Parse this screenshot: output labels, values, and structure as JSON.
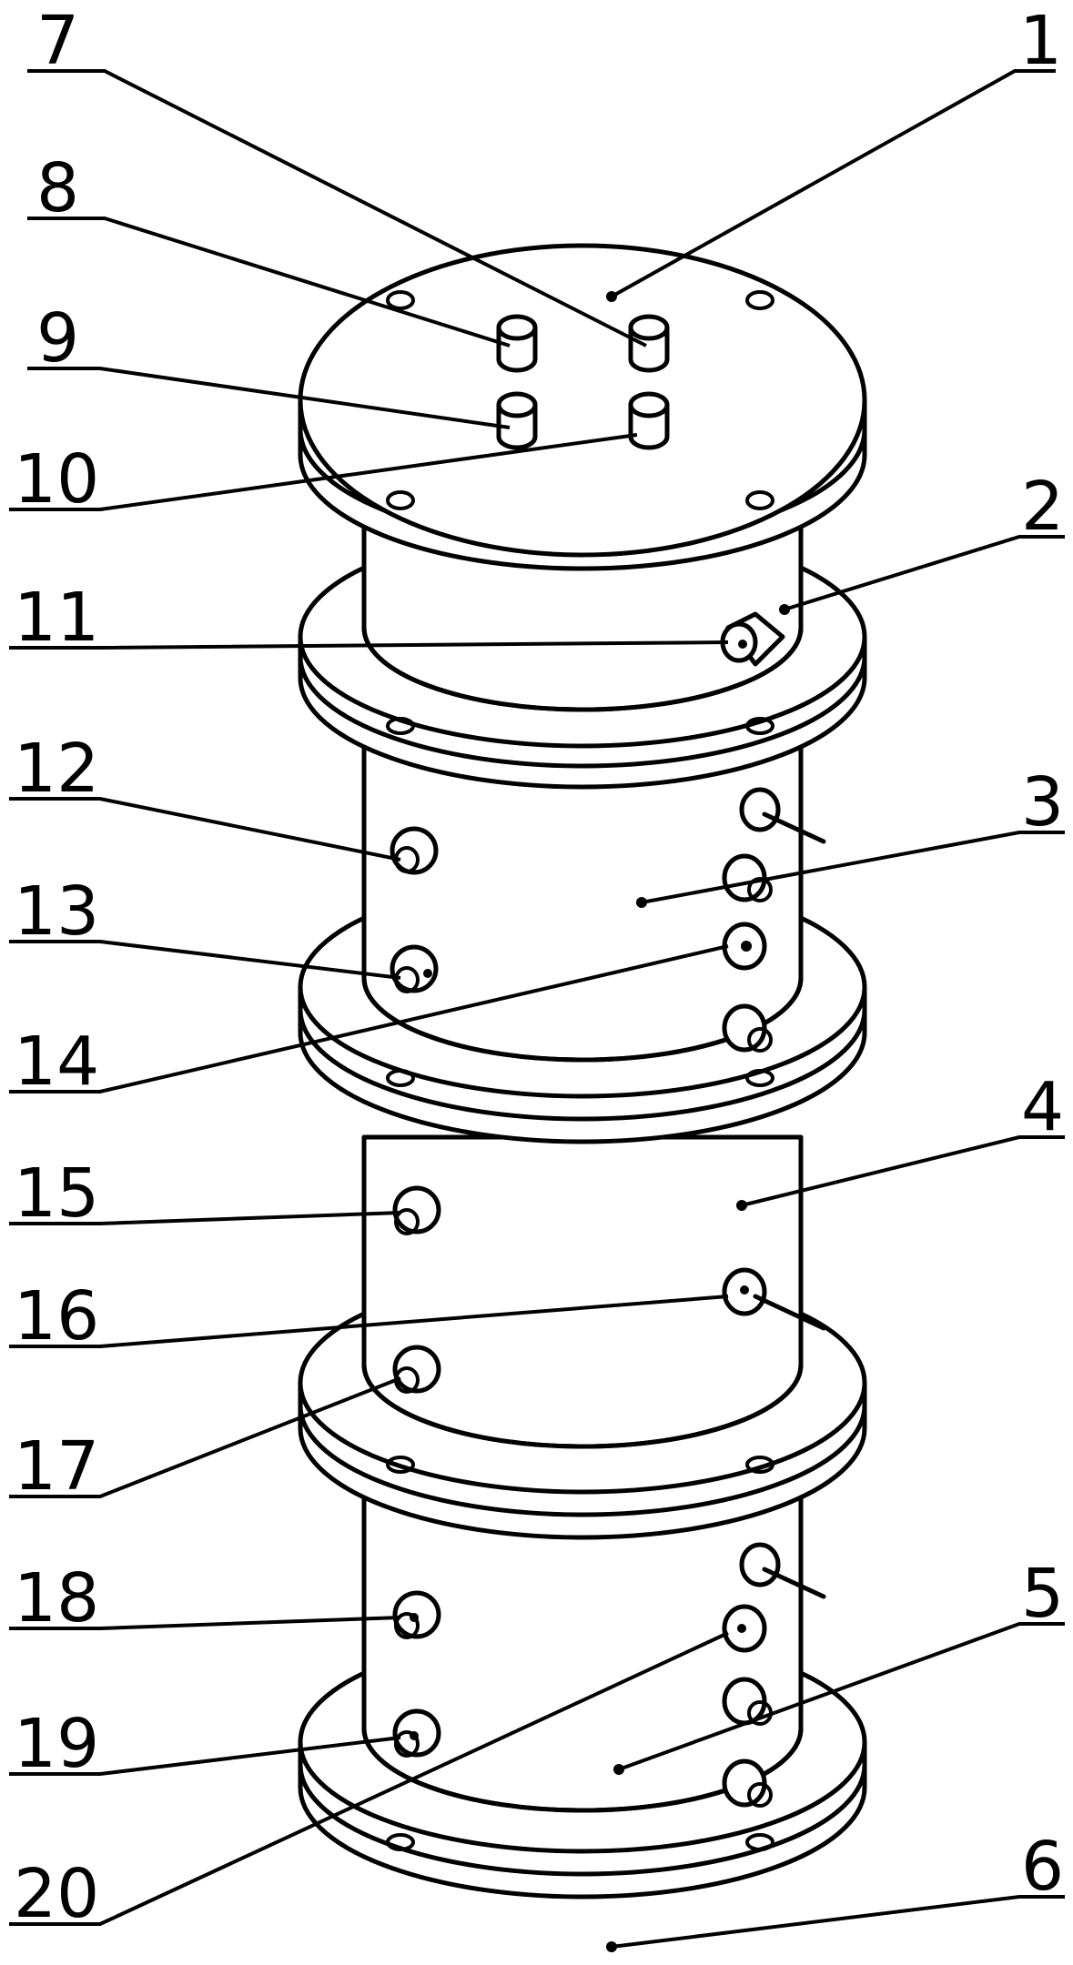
{
  "labels": [
    {
      "id": "1",
      "text": "1"
    },
    {
      "id": "2",
      "text": "2"
    },
    {
      "id": "3",
      "text": "3"
    },
    {
      "id": "4",
      "text": "4"
    },
    {
      "id": "5",
      "text": "5"
    },
    {
      "id": "6",
      "text": "6"
    },
    {
      "id": "7",
      "text": "7"
    },
    {
      "id": "8",
      "text": "8"
    },
    {
      "id": "9",
      "text": "9"
    },
    {
      "id": "10",
      "text": "10"
    },
    {
      "id": "11",
      "text": "11"
    },
    {
      "id": "12",
      "text": "12"
    },
    {
      "id": "13",
      "text": "13"
    },
    {
      "id": "14",
      "text": "14"
    },
    {
      "id": "15",
      "text": "15"
    },
    {
      "id": "16",
      "text": "16"
    },
    {
      "id": "17",
      "text": "17"
    },
    {
      "id": "18",
      "text": "18"
    },
    {
      "id": "19",
      "text": "19"
    },
    {
      "id": "20",
      "text": "20"
    }
  ]
}
